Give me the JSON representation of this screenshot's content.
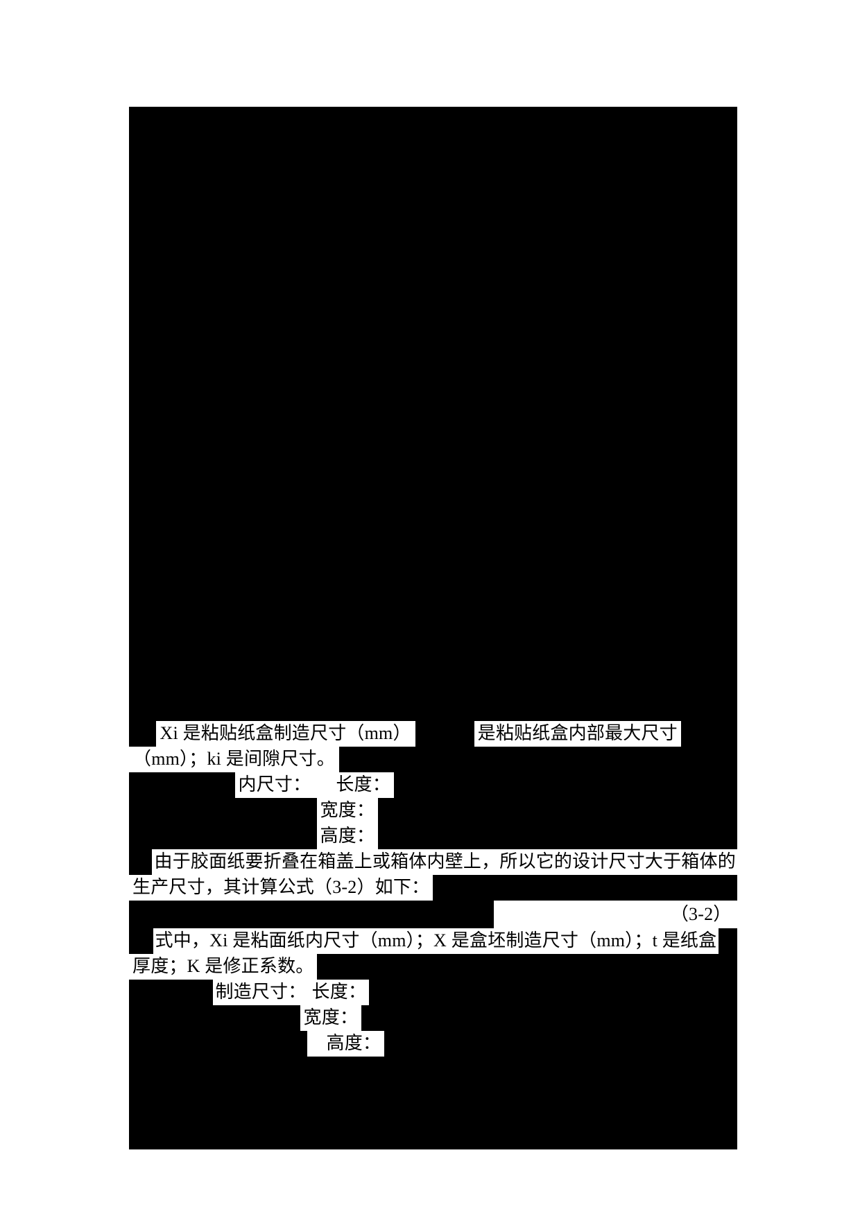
{
  "page": {
    "redaction_color": "#000000",
    "highlight_color": "#ffffff",
    "background_color": "#ffffff"
  },
  "content": {
    "para_xi_def": {
      "line1_run1": "Xi 是粘贴纸盒制造尺寸（mm）",
      "line1_run2": "是粘贴纸盒内部最大尺寸",
      "line2_run1": "（mm）；ki 是间隙尺寸。"
    },
    "inner_dimensions": {
      "label": "内尺寸：",
      "length": "长度：",
      "width": "宽度：",
      "height": "高度："
    },
    "para_glue_paper": {
      "line1": "由于胶面纸要折叠在箱盖上或箱体内壁上，所以它的设计尺寸大于箱体的",
      "line2": "生产尺寸，其计算公式（3-2）如下："
    },
    "equation_number": "（3-2）",
    "para_symbols": {
      "line1": "式中，Xi 是粘面纸内尺寸（mm）；X 是盒坯制造尺寸（mm）；t 是纸盒",
      "line2": "厚度；K 是修正系数。"
    },
    "manufacture_dimensions": {
      "label": "制造尺寸：",
      "length": "长度：",
      "width": "宽度：",
      "height": "高度："
    }
  }
}
